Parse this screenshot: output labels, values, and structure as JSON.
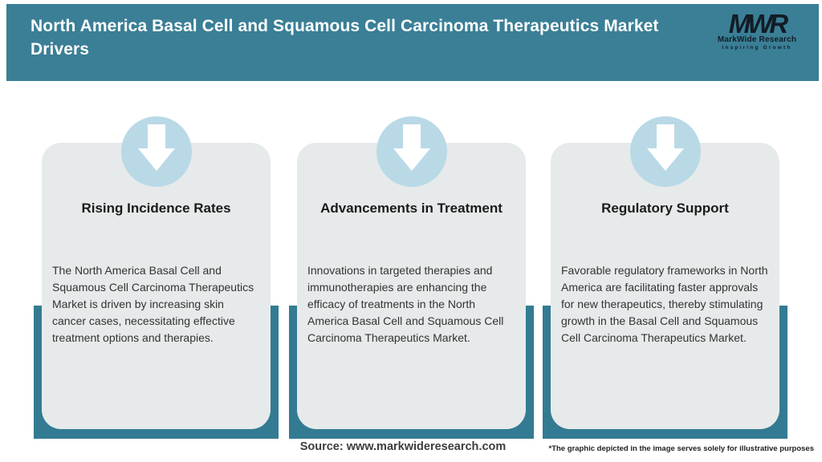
{
  "colors": {
    "teal_accent": "#3A7F96",
    "card_shadow_teal": "#337B92",
    "card_background": "#E7EAEA",
    "icon_circle_blue": "#B9D9E7",
    "logo_ink": "#121C26",
    "title_ink": "#1A1A1A",
    "body_ink": "#333333"
  },
  "header": {
    "title_line1": "North America Basal Cell and Squamous Cell Carcinoma Therapeutics Market",
    "title_line2": "Drivers"
  },
  "logo": {
    "monogram": "MWR",
    "name": "MarkWide Research",
    "tagline": "Inspiring Growth"
  },
  "cards": [
    {
      "icon": "down-arrow-icon",
      "title": "Rising Incidence Rates",
      "body": "The North America Basal Cell and Squamous Cell Carcinoma Therapeutics Market is driven by increasing skin cancer cases, necessitating effective treatment options and therapies."
    },
    {
      "icon": "down-arrow-icon",
      "title": "Advancements in Treatment",
      "body": "Innovations in targeted therapies and immunotherapies are enhancing the efficacy of treatments in the North America Basal Cell and Squamous Cell Carcinoma Therapeutics Market."
    },
    {
      "icon": "down-arrow-icon",
      "title": "Regulatory Support",
      "body": "Favorable regulatory frameworks in North America are facilitating faster approvals for new therapeutics, thereby stimulating growth in the Basal Cell and Squamous Cell Carcinoma Therapeutics Market."
    }
  ],
  "footer": {
    "source": "Source: www.markwideresearch.com",
    "disclaimer": "*The graphic depicted in the image serves solely for illustrative purposes"
  }
}
